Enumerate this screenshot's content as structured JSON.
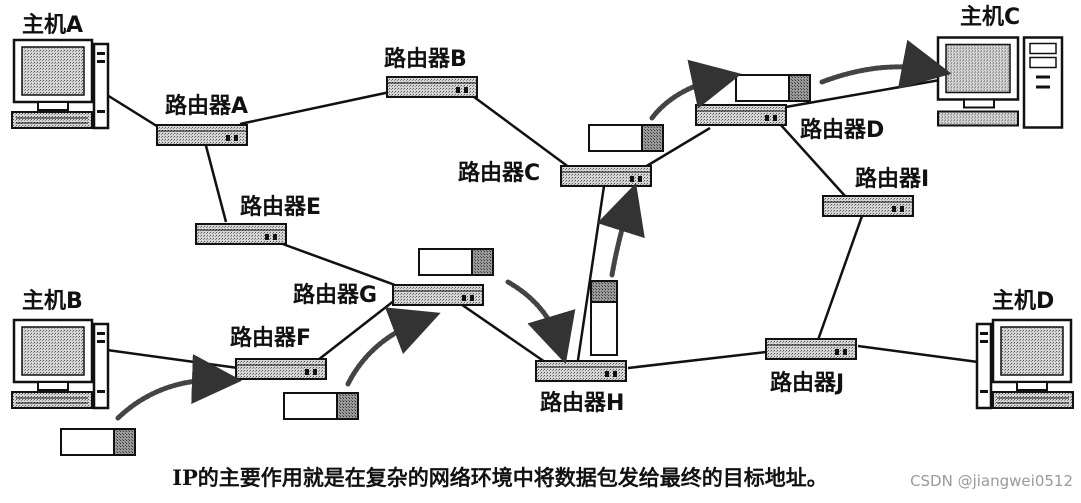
{
  "hosts": {
    "host_a": "主机A",
    "host_b": "主机B",
    "host_c": "主机C",
    "host_d": "主机D"
  },
  "routers": {
    "router_a": "路由器A",
    "router_b": "路由器B",
    "router_c": "路由器C",
    "router_d": "路由器D",
    "router_e": "路由器E",
    "router_f": "路由器F",
    "router_g": "路由器G",
    "router_h": "路由器H",
    "router_i": "路由器I",
    "router_j": "路由器J"
  },
  "caption": "IP的主要作用就是在复杂的网络环境中将数据包发给最终的目标地址。",
  "watermark": "CSDN @jiangwei0512",
  "colors": {
    "line": "#111111",
    "packet_header": "#8a8a8a",
    "device_body": "#b9b9b9"
  }
}
